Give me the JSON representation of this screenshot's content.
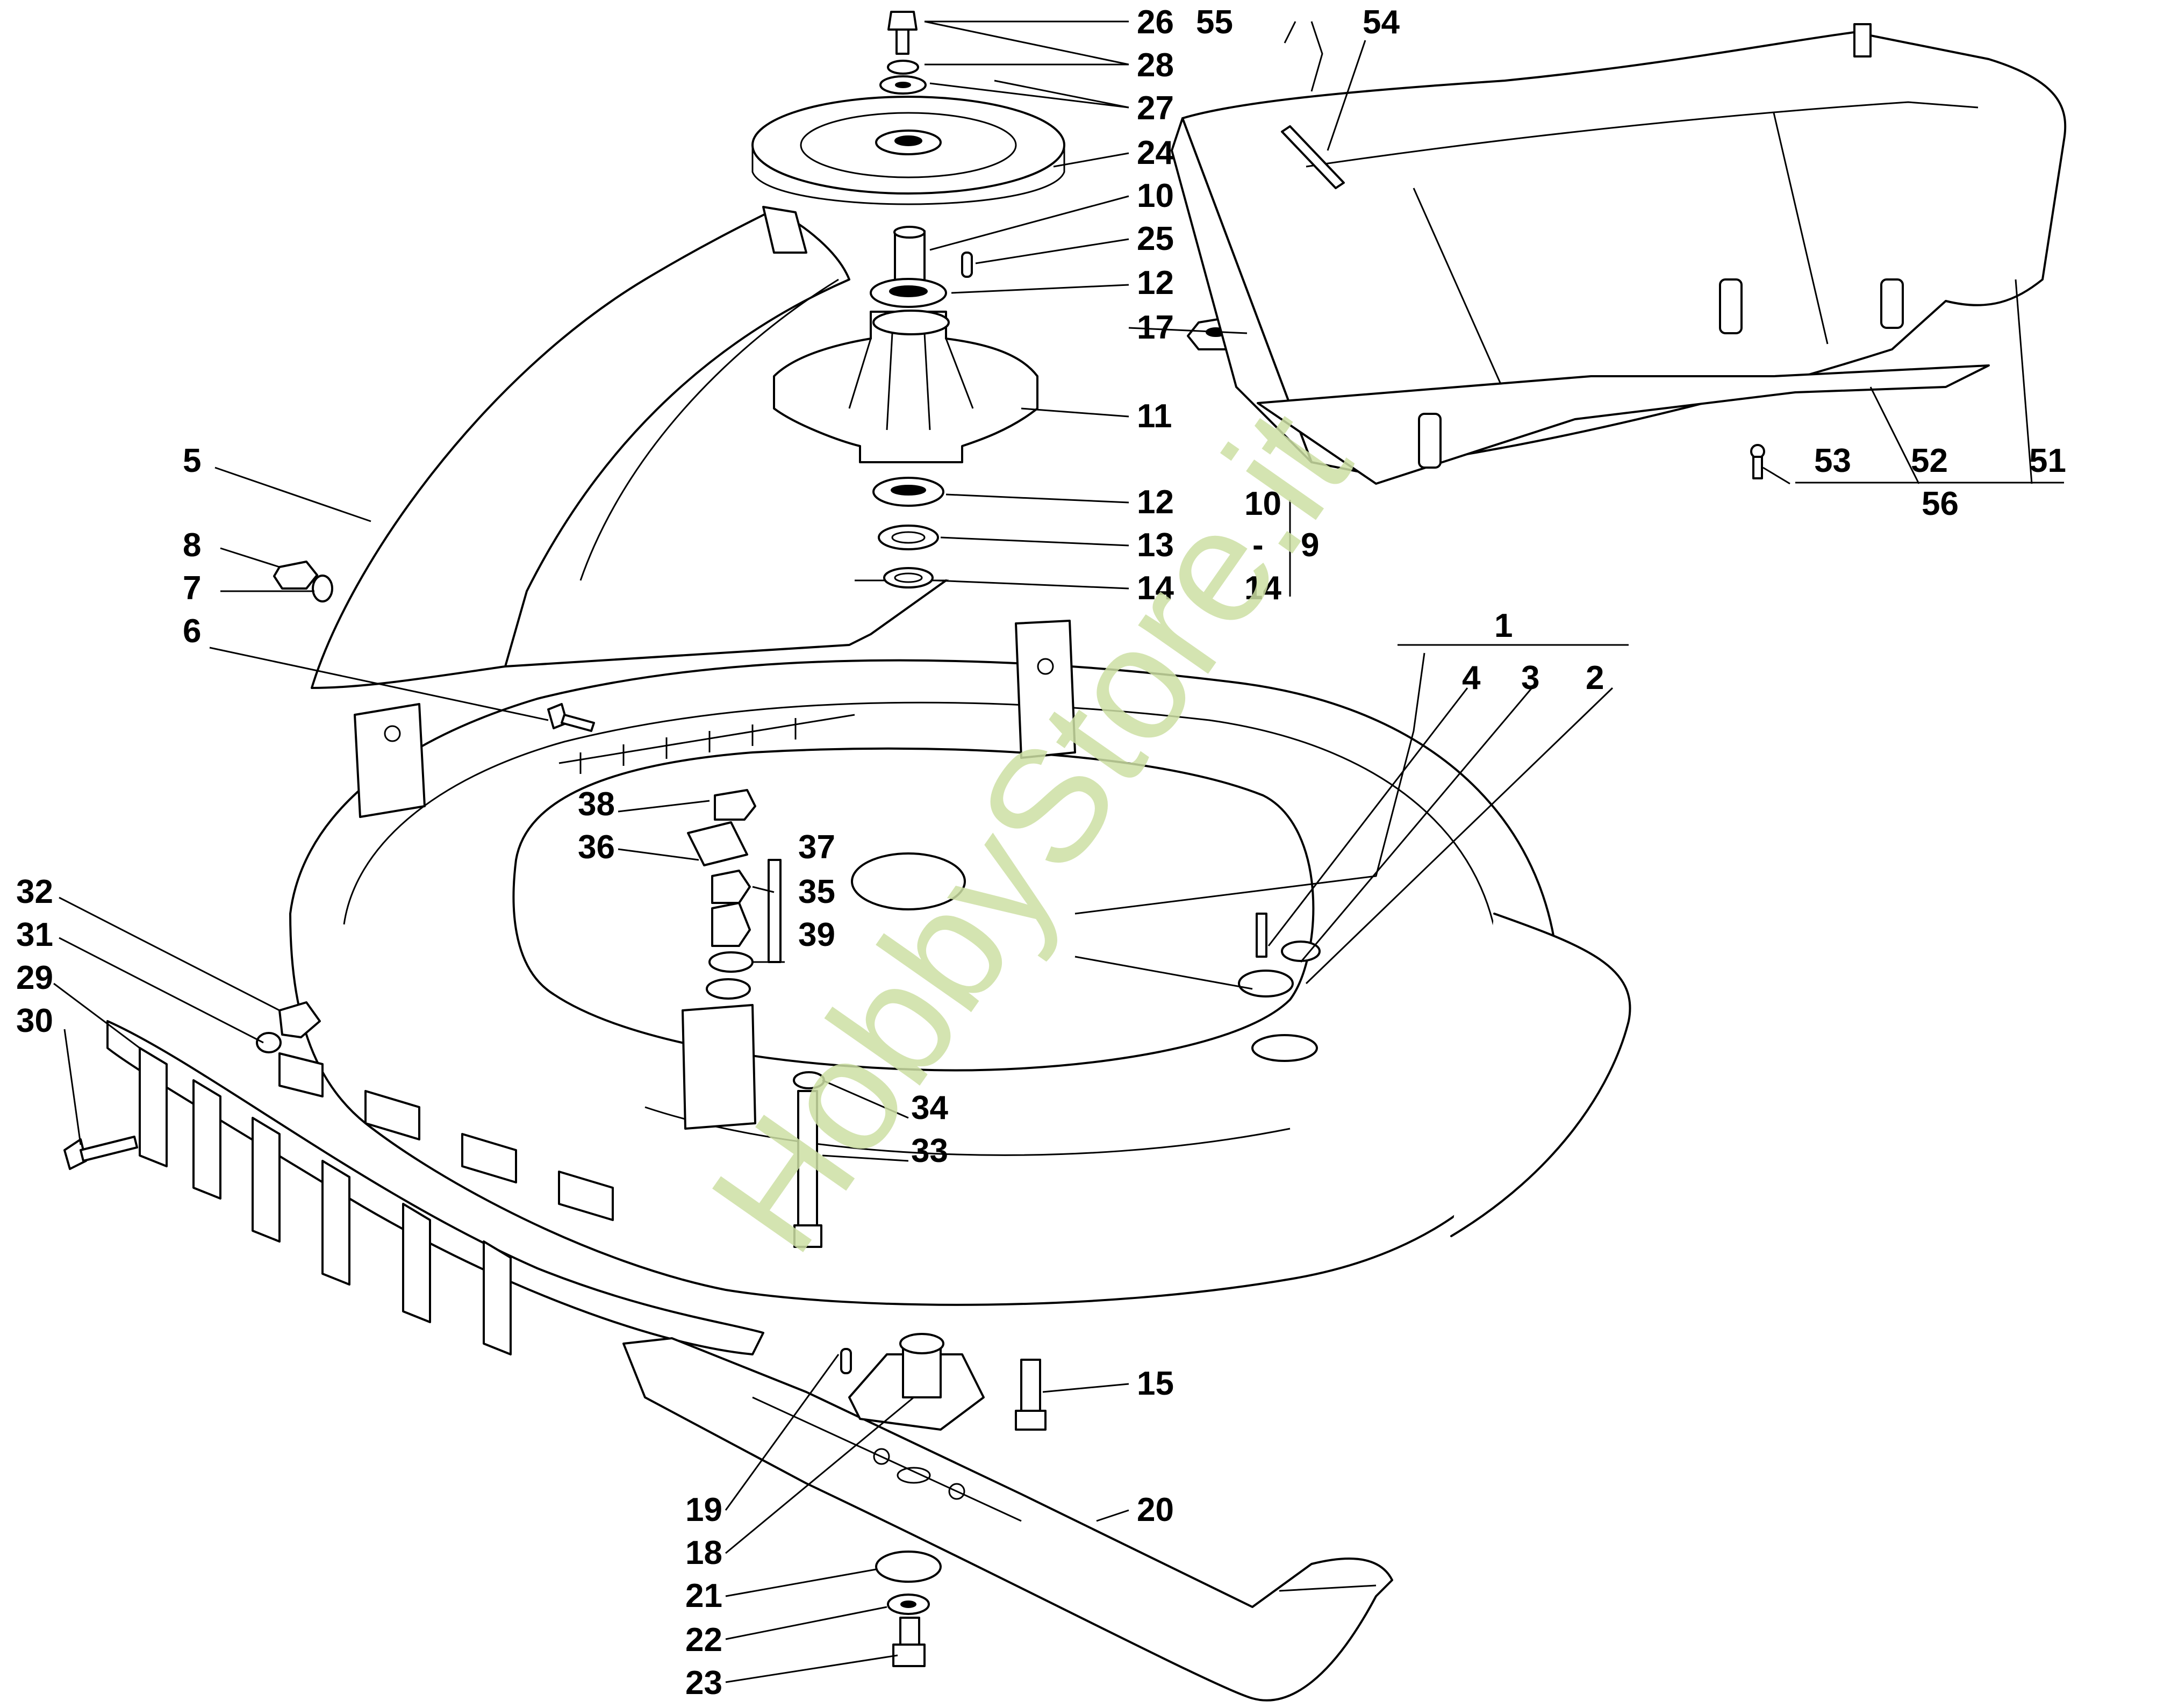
{
  "watermark": "HobbyStore.it",
  "colors": {
    "line": "#000000",
    "background": "#ffffff",
    "watermark": "#cddfa3"
  },
  "callouts": [
    {
      "id": "c26",
      "text": "26"
    },
    {
      "id": "c28",
      "text": "28"
    },
    {
      "id": "c27",
      "text": "27"
    },
    {
      "id": "c24",
      "text": "24"
    },
    {
      "id": "c10a",
      "text": "10"
    },
    {
      "id": "c25",
      "text": "25"
    },
    {
      "id": "c12a",
      "text": "12"
    },
    {
      "id": "c17",
      "text": "17"
    },
    {
      "id": "c11",
      "text": "11"
    },
    {
      "id": "c12b",
      "text": "12"
    },
    {
      "id": "c13",
      "text": "13"
    },
    {
      "id": "c14a",
      "text": "14"
    },
    {
      "id": "c55",
      "text": "55"
    },
    {
      "id": "c54",
      "text": "54"
    },
    {
      "id": "c53",
      "text": "53"
    },
    {
      "id": "c52",
      "text": "52"
    },
    {
      "id": "c51",
      "text": "51"
    },
    {
      "id": "c56",
      "text": "56"
    },
    {
      "id": "c10b",
      "text": "10"
    },
    {
      "id": "cdash",
      "text": "-"
    },
    {
      "id": "c9",
      "text": "9"
    },
    {
      "id": "c14b",
      "text": "14"
    },
    {
      "id": "c1",
      "text": "1"
    },
    {
      "id": "c4",
      "text": "4"
    },
    {
      "id": "c3",
      "text": "3"
    },
    {
      "id": "c2",
      "text": "2"
    },
    {
      "id": "c5",
      "text": "5"
    },
    {
      "id": "c8",
      "text": "8"
    },
    {
      "id": "c7",
      "text": "7"
    },
    {
      "id": "c6",
      "text": "6"
    },
    {
      "id": "c38",
      "text": "38"
    },
    {
      "id": "c36",
      "text": "36"
    },
    {
      "id": "c37",
      "text": "37"
    },
    {
      "id": "c35",
      "text": "35"
    },
    {
      "id": "c39",
      "text": "39"
    },
    {
      "id": "c32",
      "text": "32"
    },
    {
      "id": "c31",
      "text": "31"
    },
    {
      "id": "c29",
      "text": "29"
    },
    {
      "id": "c30",
      "text": "30"
    },
    {
      "id": "c34",
      "text": "34"
    },
    {
      "id": "c33",
      "text": "33"
    },
    {
      "id": "c15",
      "text": "15"
    },
    {
      "id": "c20",
      "text": "20"
    },
    {
      "id": "c19",
      "text": "19"
    },
    {
      "id": "c18",
      "text": "18"
    },
    {
      "id": "c21",
      "text": "21"
    },
    {
      "id": "c22",
      "text": "22"
    },
    {
      "id": "c23",
      "text": "23"
    }
  ]
}
